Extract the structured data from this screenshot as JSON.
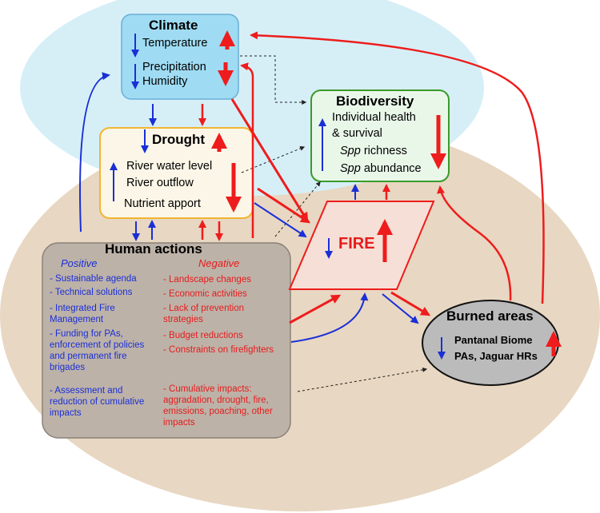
{
  "climate": {
    "title": "Climate",
    "lines": [
      "Temperature",
      "Precipitation",
      "Humidity"
    ]
  },
  "biodiversity": {
    "title": "Biodiversity",
    "lines": [
      "Individual health",
      "& survival",
      "Spp",
      "richness",
      "Spp",
      "abundance"
    ]
  },
  "drought": {
    "title": "Drought",
    "lines": [
      "River water level",
      "River outflow",
      "Nutrient apport"
    ]
  },
  "human_actions": {
    "title": "Human actions",
    "positive_header": "Positive",
    "negative_header": "Negative",
    "positive": [
      "- Sustainable agenda",
      "- Technical solutions",
      "- Integrated Fire Management",
      "- Funding  for PAs, enforcement of policies and permanent fire brigades",
      "- Assessment and reduction of cumulative impacts"
    ],
    "negative": [
      "- Landscape changes",
      "- Economic activities",
      "- Lack of prevention strategies",
      "- Budget reductions",
      "- Constraints on firefighters",
      "- Cumulative impacts: aggradation, drought, fire, emissions, poaching, other impacts"
    ]
  },
  "fire": {
    "title": "FIRE"
  },
  "burned_areas": {
    "title": "Burned areas",
    "lines": [
      "Pantanal Biome",
      "PAs, Jaguar HRs"
    ]
  },
  "colors": {
    "increase": "#ee1c1c",
    "decrease": "#1a2fd6",
    "climate_fill": "#9fdcf3",
    "biodiversity_border": "#3a9a2a",
    "drought_border": "#f2b531",
    "human_fill": "#bdb2a8",
    "burned_fill": "#bbbbbb",
    "background_ellipse": "#e8d7c2",
    "top_ellipse": "#d6eff7"
  }
}
